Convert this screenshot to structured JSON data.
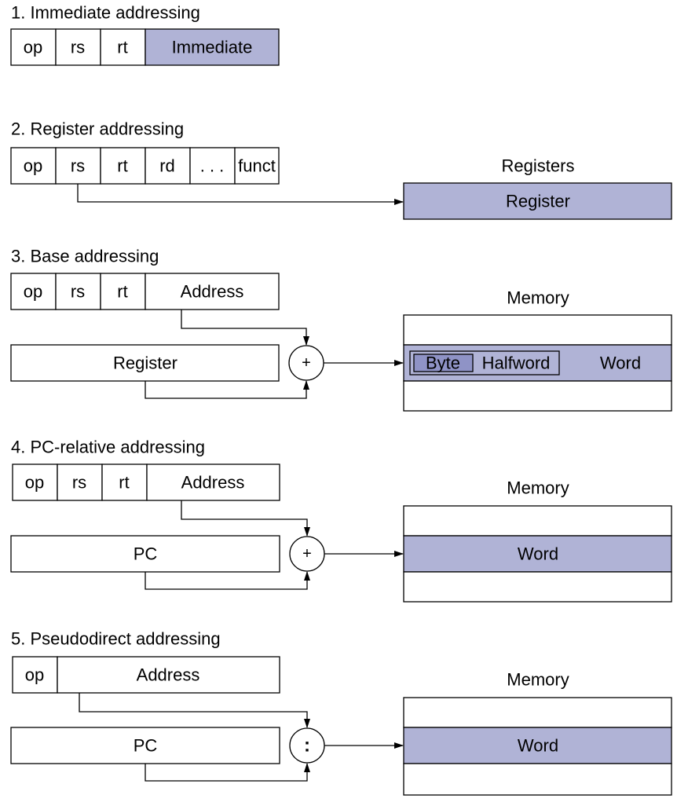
{
  "sections": {
    "immediate": {
      "title": "1.  Immediate addressing",
      "fields": [
        "op",
        "rs",
        "rt",
        "Immediate"
      ]
    },
    "register": {
      "title": "2. Register addressing",
      "fields": [
        "op",
        "rs",
        "rt",
        "rd",
        ". . .",
        "funct"
      ],
      "target_title": "Registers",
      "target_label": "Register"
    },
    "base": {
      "title": "3.  Base addressing",
      "fields": [
        "op",
        "rs",
        "rt",
        "Address"
      ],
      "source_label": "Register",
      "operator": "+",
      "target_title": "Memory",
      "memory_labels": {
        "byte": "Byte",
        "halfword": "Halfword",
        "word": "Word"
      }
    },
    "pc_relative": {
      "title": "4.  PC-relative addressing",
      "fields": [
        "op",
        "rs",
        "rt",
        "Address"
      ],
      "source_label": "PC",
      "operator": "+",
      "target_title": "Memory",
      "memory_label": "Word"
    },
    "pseudodirect": {
      "title": "5.  Pseudodirect addressing",
      "fields": [
        "op",
        "Address"
      ],
      "source_label": "PC",
      "operator": ":",
      "target_title": "Memory",
      "memory_label": "Word"
    }
  },
  "colors": {
    "shaded": "#b0b3d6",
    "byte_fill": "#8f93c6"
  }
}
